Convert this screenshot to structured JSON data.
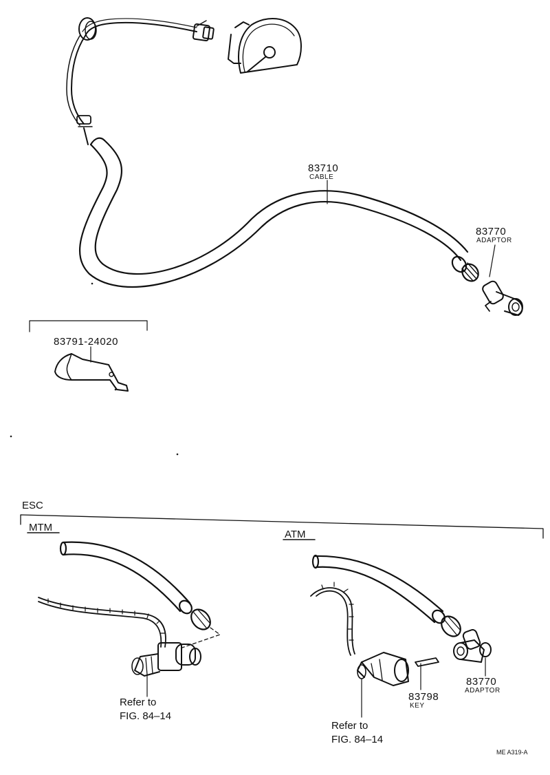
{
  "diagram": {
    "main_cable": {
      "part_no": "83710",
      "name": "CABLE"
    },
    "adaptor_top": {
      "part_no": "83770",
      "name": "ADAPTOR"
    },
    "bracket": {
      "part_no": "83791-24020"
    },
    "esc_section": {
      "title": "ESC",
      "mtm": {
        "label": "MTM",
        "refer_line1": "Refer to",
        "refer_line2": "FIG. 84–14"
      },
      "atm": {
        "label": "ATM",
        "key": {
          "part_no": "83798",
          "name": "KEY"
        },
        "adaptor": {
          "part_no": "83770",
          "name": "ADAPTOR"
        },
        "refer_line1": "Refer to",
        "refer_line2": "FIG. 84–14"
      }
    },
    "figure_code": "ME A319-A"
  }
}
